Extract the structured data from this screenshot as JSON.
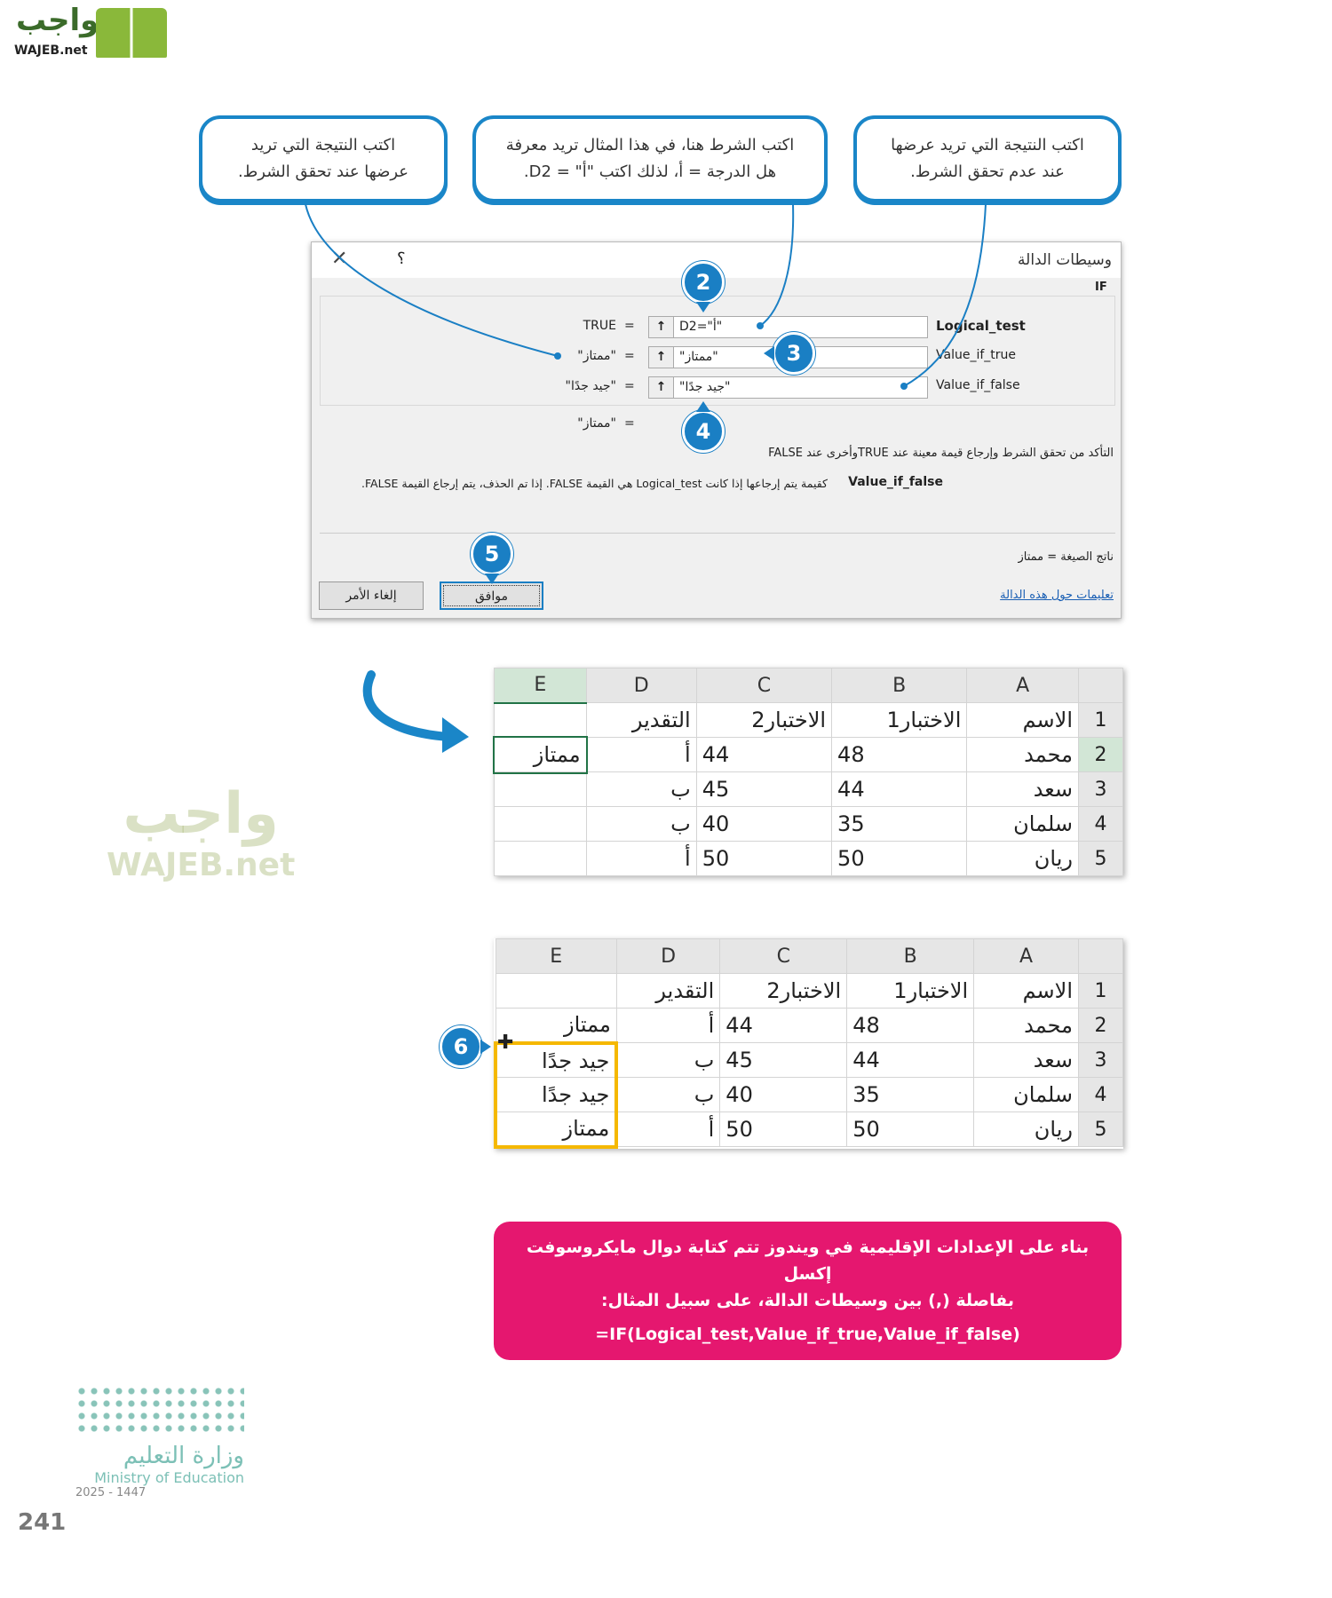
{
  "logo": {
    "arabic": "واجب",
    "latin": "WAJEB.net"
  },
  "callouts": [
    {
      "line1": "اكتب النتيجة التي تريد",
      "line2": "عرضها عند تحقق الشرط."
    },
    {
      "line1": "اكتب الشرط هنا، في هذا المثال تريد معرفة",
      "line2": "هل الدرجة = أ، لذلك اكتب \"أ\" = D2."
    },
    {
      "line1": "اكتب النتيجة التي تريد عرضها",
      "line2": "عند عدم تحقق الشرط."
    }
  ],
  "dialog": {
    "title": "وسيطات الدالة",
    "help": "؟",
    "close": "✕",
    "function_name": "IF",
    "args": [
      {
        "label": "Logical_test",
        "value": "D2=\"أ\"",
        "result": "TRUE"
      },
      {
        "label": "Value_if_true",
        "value": "\"ممتاز\"",
        "result": "\"ممتاز\""
      },
      {
        "label": "Value_if_false",
        "value": "\"جيد جدًا\"",
        "result": "\"جيد جدًا\""
      }
    ],
    "equals": "=",
    "formula_result_value": "\"ممتاز\"",
    "description": "التأكد من تحقق الشرط وإرجاع قيمة معينة عند TRUEوأخرى عند FALSE",
    "arg_desc_name": "Value_if_false",
    "arg_desc_text": "كقيمة يتم إرجاعها إذا كانت Logical_test هي القيمة FALSE. إذا تم الحذف، يتم إرجاع القيمة FALSE.",
    "formula_result": "ناتج الصيغة =  ممتاز",
    "help_link": "تعليمات حول هذه الدالة",
    "ok": "موافق",
    "cancel": "إلغاء الأمر"
  },
  "badges": [
    "2",
    "3",
    "4",
    "5",
    "6"
  ],
  "table1": {
    "columns": [
      "A",
      "B",
      "C",
      "D",
      "E"
    ],
    "rows": [
      [
        "1",
        "الاسم",
        "الاختبار1",
        "الاختبار2",
        "التقدير",
        ""
      ],
      [
        "2",
        "محمد",
        "48",
        "44",
        "أ",
        "ممتاز"
      ],
      [
        "3",
        "سعد",
        "44",
        "45",
        "ب",
        ""
      ],
      [
        "4",
        "سلمان",
        "35",
        "40",
        "ب",
        ""
      ],
      [
        "5",
        "ريان",
        "50",
        "50",
        "أ",
        ""
      ]
    ]
  },
  "table2": {
    "columns": [
      "A",
      "B",
      "C",
      "D",
      "E"
    ],
    "rows": [
      [
        "1",
        "الاسم",
        "الاختبار1",
        "الاختبار2",
        "التقدير",
        ""
      ],
      [
        "2",
        "محمد",
        "48",
        "44",
        "أ",
        "ممتاز"
      ],
      [
        "3",
        "سعد",
        "44",
        "45",
        "ب",
        "جيد جدًا"
      ],
      [
        "4",
        "سلمان",
        "35",
        "40",
        "ب",
        "جيد جدًا"
      ],
      [
        "5",
        "ريان",
        "50",
        "50",
        "أ",
        "ممتاز"
      ]
    ]
  },
  "note": {
    "line1": "بناء على الإعدادات الإقليمية في ويندوز تتم كتابة دوال مايكروسوفت إكسل",
    "line2": "بفاصلة (,) بين وسيطات الدالة، على سبيل المثال:",
    "formula": "=IF(Logical_test,Value_if_true,Value_if_false)"
  },
  "ministry": {
    "arabic": "وزارة التعليم",
    "english": "Ministry of Education",
    "year": "2025 - 1447"
  },
  "page_number": "241",
  "colors": {
    "accent": "#1a7fc4",
    "note_bg": "#e5176f",
    "selection": "#f5b800",
    "excel_green": "#217346"
  }
}
